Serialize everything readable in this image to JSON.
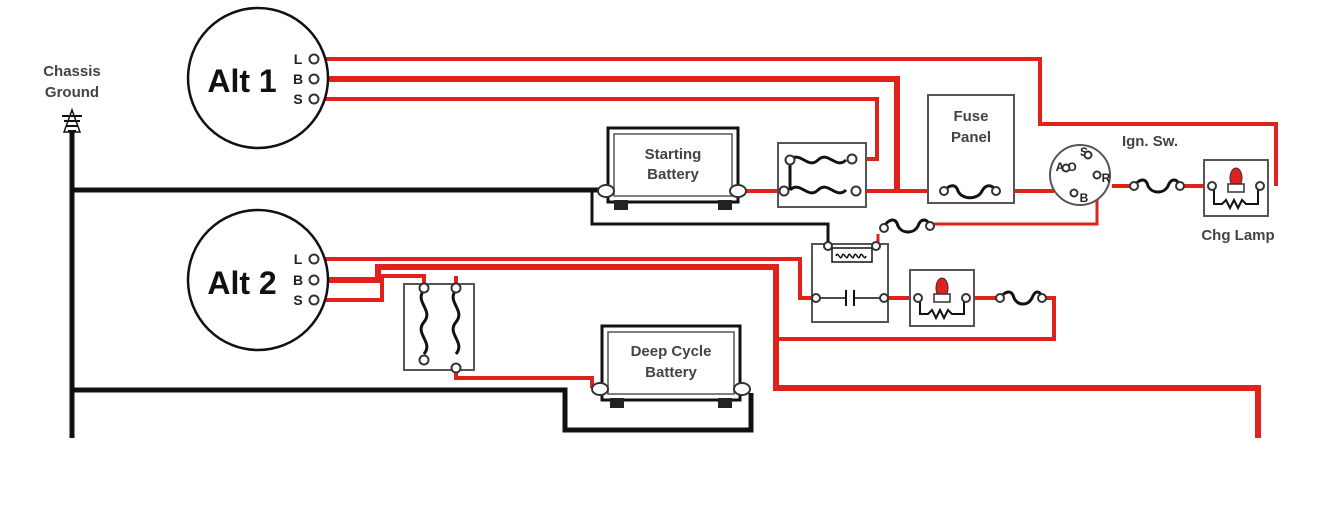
{
  "chassis_ground": {
    "line1": "Chassis",
    "line2": "Ground"
  },
  "alt1": {
    "label": "Alt 1",
    "pins": [
      "L",
      "B",
      "S"
    ]
  },
  "alt2": {
    "label": "Alt 2",
    "pins": [
      "L",
      "B",
      "S"
    ]
  },
  "starting_battery": {
    "line1": "Starting",
    "line2": "Battery"
  },
  "deep_cycle_battery": {
    "line1": "Deep Cycle",
    "line2": "Battery"
  },
  "fuse_panel": {
    "line1": "Fuse",
    "line2": "Panel"
  },
  "ignition_switch": {
    "label": "Ign. Sw.",
    "terminals": [
      "A",
      "O",
      "S",
      "R",
      "B"
    ]
  },
  "charge_lamp": {
    "label": "Chg Lamp"
  },
  "colors": {
    "positive_wire": "#e0221a",
    "ground_wire": "#111111"
  }
}
